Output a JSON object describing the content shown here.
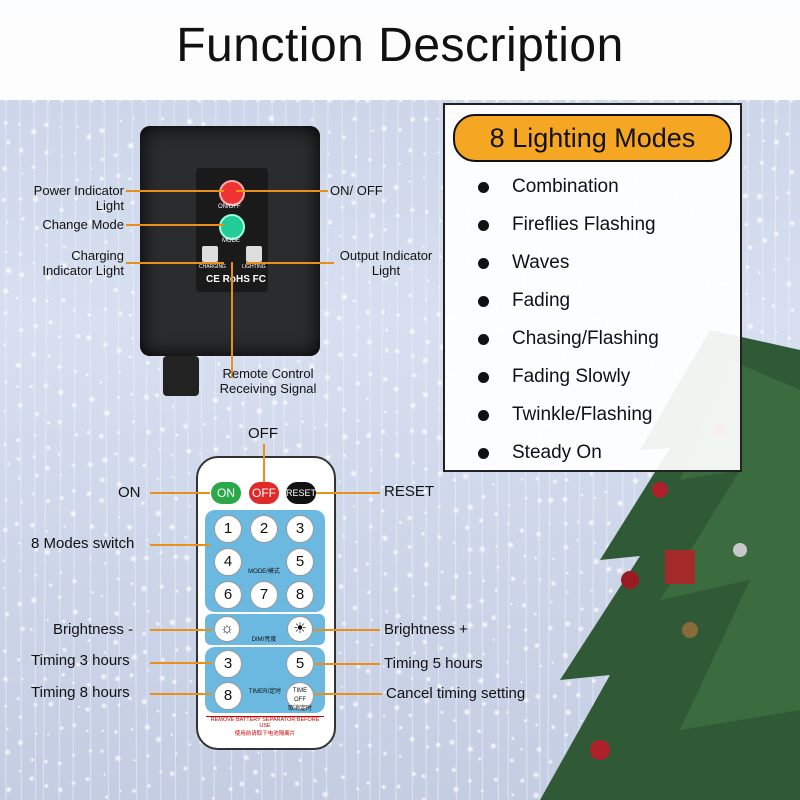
{
  "title": "Function Description",
  "modes_panel": {
    "heading": "8 Lighting Modes",
    "modes": [
      "Combination",
      "Fireflies Flashing",
      "Waves",
      "Fading",
      "Chasing/Flashing",
      "Fading Slowly",
      "Twinkle/Flashing",
      "Steady On"
    ]
  },
  "controller": {
    "callouts": {
      "power_indicator": "Power Indicator Light",
      "change_mode": "Change Mode",
      "charging_indicator": "Charging Indicator Light",
      "on_off": "ON/ OFF",
      "output_indicator": "Output Indicator Light",
      "remote_signal": "Remote Control Receiving Signal"
    },
    "panel_labels": {
      "on_off": "ON/OFF",
      "mode": "MODE",
      "charging": "CHARGING",
      "lighting": "LIGHTING"
    },
    "certification": "CE RoHS FC"
  },
  "remote": {
    "callouts": {
      "off": "OFF",
      "on": "ON",
      "reset": "RESET",
      "modes_switch": "8 Modes switch",
      "brightness_minus": "Brightness -",
      "brightness_plus": "Brightness +",
      "timing_3": "Timing 3 hours",
      "timing_5": "Timing 5 hours",
      "timing_8": "Timing 8 hours",
      "cancel_timing": "Cancel timing setting"
    },
    "buttons": {
      "on": "ON",
      "off": "OFF",
      "reset": "RESET",
      "n1": "1",
      "n2": "2",
      "n3": "3",
      "n4": "4",
      "n5": "5",
      "n6": "6",
      "n7": "7",
      "n8": "8",
      "mode_label": "MODE/模式",
      "dim_label": "DIM/亮度",
      "t3": "3",
      "t5": "5",
      "t8": "8",
      "timer_label": "TIMER/定时",
      "time_off": "TIME OFF",
      "time_off_cn": "取消定时"
    },
    "warning": "REMOVE BATTERY SEPARATOR BEFORE USE",
    "warning_cn": "使用前请取下电池隔离片"
  },
  "colors": {
    "accent": "#f5a623",
    "callout_line": "#e8901a",
    "remote_blue": "#6bb8e0"
  }
}
